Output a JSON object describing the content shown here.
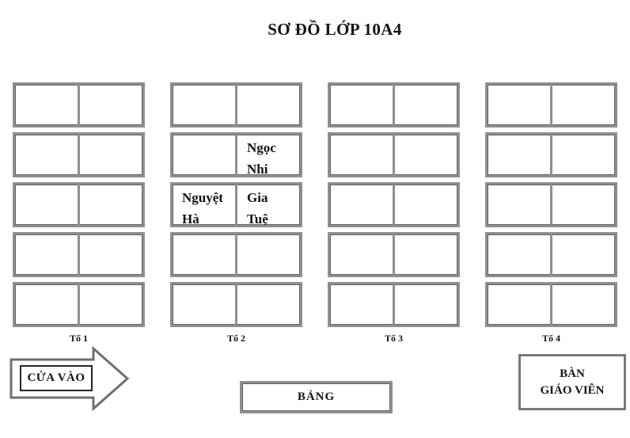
{
  "title": "SƠ ĐỒ LỚP 10A4",
  "groups": [
    {
      "label": "Tổ 1",
      "desks": [
        {
          "left": "",
          "right": ""
        },
        {
          "left": "",
          "right": ""
        },
        {
          "left": "",
          "right": ""
        },
        {
          "left": "",
          "right": ""
        },
        {
          "left": "",
          "right": ""
        }
      ]
    },
    {
      "label": "Tổ 2",
      "desks": [
        {
          "left": "",
          "right": ""
        },
        {
          "left": "",
          "right": "Ngọc\nNhi"
        },
        {
          "left": "Nguyệt\nHà",
          "right": "Gia\nTuệ"
        },
        {
          "left": "",
          "right": ""
        },
        {
          "left": "",
          "right": ""
        }
      ]
    },
    {
      "label": "Tổ 3",
      "desks": [
        {
          "left": "",
          "right": ""
        },
        {
          "left": "",
          "right": ""
        },
        {
          "left": "",
          "right": ""
        },
        {
          "left": "",
          "right": ""
        },
        {
          "left": "",
          "right": ""
        }
      ]
    },
    {
      "label": "Tổ 4",
      "desks": [
        {
          "left": "",
          "right": ""
        },
        {
          "left": "",
          "right": ""
        },
        {
          "left": "",
          "right": ""
        },
        {
          "left": "",
          "right": ""
        },
        {
          "left": "",
          "right": ""
        }
      ]
    }
  ],
  "entrance": {
    "label": "CỬA VÀO"
  },
  "board": {
    "label": "BẢNG"
  },
  "teacher_desk": {
    "label": "BÀN\nGIÁO VIÊN"
  },
  "colors": {
    "desk_border": "#8f8f8f",
    "desk_border_inner": "#646464",
    "text": "#141414",
    "background": "#ffffff"
  }
}
